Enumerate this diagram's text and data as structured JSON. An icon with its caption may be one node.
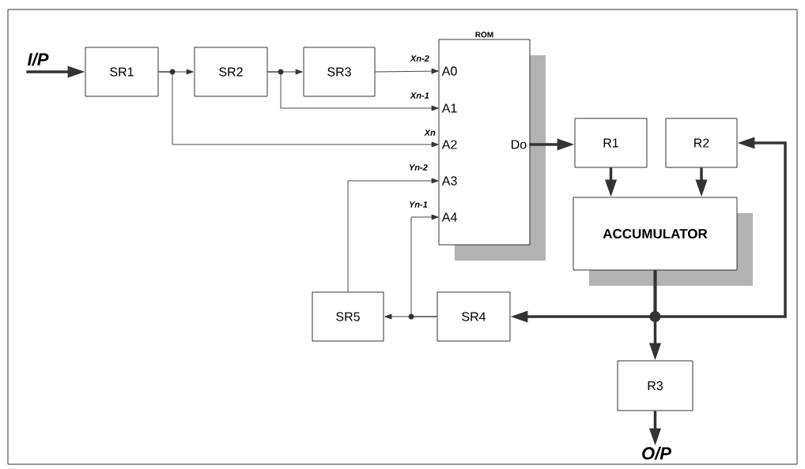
{
  "diagram": {
    "nodes": [
      {
        "text": [
          "I/P"
        ]
      },
      {
        "text": [
          "SR1"
        ]
      },
      {
        "text": [
          "SR2"
        ]
      },
      {
        "text": [
          "SR3"
        ]
      },
      {
        "text": [
          "ROM"
        ]
      },
      {
        "text": [
          "A0"
        ],
        "in": 4
      },
      {
        "text": [
          "A1"
        ],
        "in": 4
      },
      {
        "text": [
          "A2"
        ],
        "in": 4
      },
      {
        "text": [
          "A3"
        ],
        "in": 4
      },
      {
        "text": [
          "A4"
        ],
        "in": 4
      },
      {
        "text": [
          "Do"
        ],
        "in": 4
      },
      {
        "text": [
          "R1"
        ]
      },
      {
        "text": [
          "R2"
        ]
      },
      {
        "text": [
          "ACCUMULATOR"
        ]
      },
      {
        "text": [
          "SR5"
        ]
      },
      {
        "text": [
          "SR4"
        ]
      },
      {
        "text": [
          "R3"
        ]
      },
      {
        "text": [
          "O/P"
        ]
      }
    ],
    "edges": [
      {
        "from": 0,
        "to": 1,
        "arrow": "to",
        "style": "thick"
      },
      {
        "from": 1,
        "to": 2,
        "arrow": "to"
      },
      {
        "from": 1,
        "to": 7,
        "arrow": "to",
        "label": "Xn"
      },
      {
        "from": 2,
        "to": 3,
        "arrow": "to"
      },
      {
        "from": 2,
        "to": 6,
        "arrow": "to",
        "label": "Xn-1"
      },
      {
        "from": 3,
        "to": 5,
        "arrow": "to",
        "label": "Xn-2"
      },
      {
        "from": 10,
        "to": 11,
        "arrow": "to",
        "style": "thick"
      },
      {
        "from": 11,
        "to": 13,
        "arrow": "to",
        "style": "thick"
      },
      {
        "from": 12,
        "to": 13,
        "arrow": "to",
        "style": "thick"
      },
      {
        "from": 13,
        "to": 15,
        "arrow": "to",
        "style": "thick"
      },
      {
        "from": 13,
        "to": 12,
        "arrow": "to",
        "style": "thick"
      },
      {
        "from": 13,
        "to": 16,
        "arrow": "to",
        "style": "thick"
      },
      {
        "from": 15,
        "to": 14,
        "arrow": "to"
      },
      {
        "from": 15,
        "to": 9,
        "arrow": "to",
        "label": "Yn-1"
      },
      {
        "from": 14,
        "to": 8,
        "arrow": "to",
        "label": "Yn-2"
      },
      {
        "from": 16,
        "to": 17,
        "arrow": "to",
        "style": "thick"
      }
    ]
  }
}
